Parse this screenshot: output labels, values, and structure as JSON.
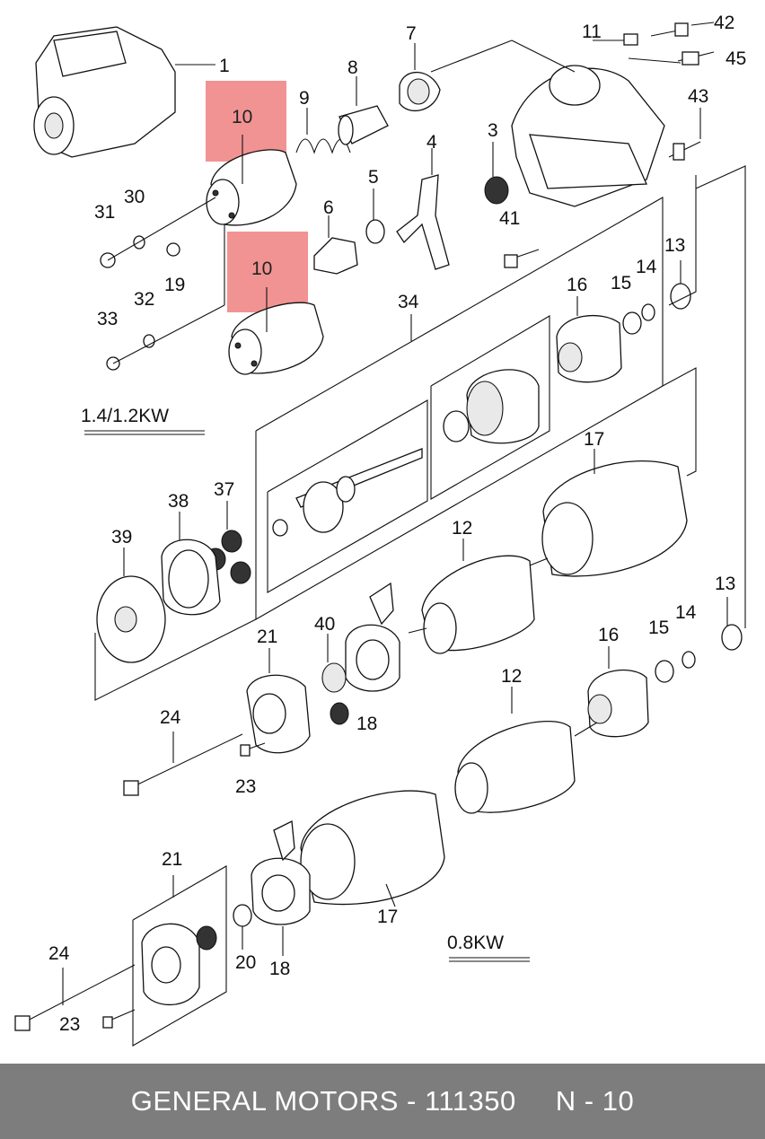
{
  "callouts": {
    "c1": "1",
    "c7": "7",
    "c8": "8",
    "c9": "9",
    "c10a": "10",
    "c10b": "10",
    "c11": "11",
    "c42": "42",
    "c45": "45",
    "c43": "43",
    "c3": "3",
    "c4": "4",
    "c5": "5",
    "c6": "6",
    "c31": "31",
    "c30": "30",
    "c19": "19",
    "c41": "41",
    "c13a": "13",
    "c33": "33",
    "c32": "32",
    "c34": "34",
    "c16a": "16",
    "c15a": "15",
    "c14a": "14",
    "c17a": "17",
    "c38": "38",
    "c37": "37",
    "c39": "39",
    "c12a": "12",
    "c13b": "13",
    "c14b": "14",
    "c15b": "15",
    "c16b": "16",
    "c40": "40",
    "c21a": "21",
    "c24a": "24",
    "c18a": "18",
    "c23a": "23",
    "c12b": "12",
    "c21b": "21",
    "c17b": "17",
    "c20": "20",
    "c18b": "18",
    "c24b": "24",
    "c23b": "23"
  },
  "ratings": {
    "high": "1.4/1.2KW",
    "low": "0.8KW"
  },
  "footer": {
    "brand_part": "GENERAL MOTORS - 111350",
    "page_ref": "N - 10"
  },
  "colors": {
    "highlight": "#f08d8d",
    "footer_bg": "#7d7d7d",
    "footer_text": "#ffffff"
  }
}
